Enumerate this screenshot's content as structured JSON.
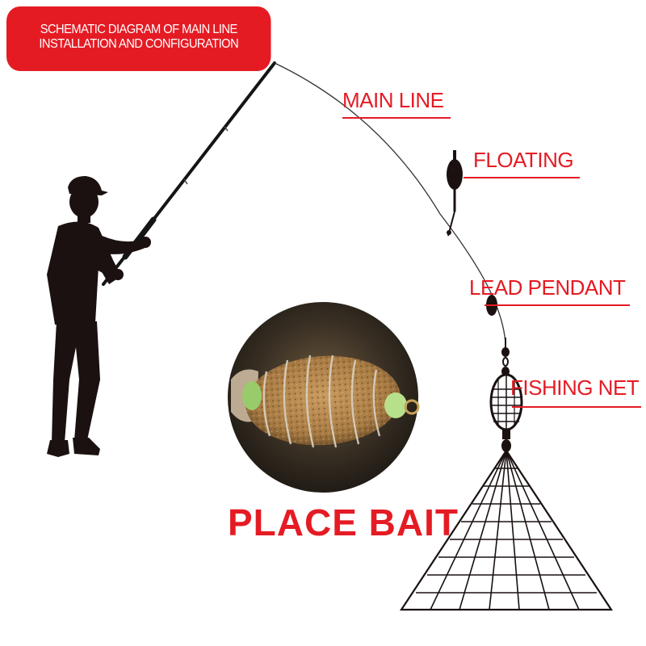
{
  "title": {
    "line1": "SCHEMATIC DIAGRAM OF MAIN LINE",
    "line2": "INSTALLATION AND CONFIGURATION",
    "background": "#e51b24"
  },
  "labels": {
    "main_line": "MAIN LINE",
    "floating": "FLOATING",
    "lead_pendant": "LEAD PENDANT",
    "fishing_net": "FISHING NET",
    "place_bait": "PLACE BAIT"
  },
  "colors": {
    "accent": "#e51b24",
    "silhouette": "#1a1110",
    "line": "#222222"
  },
  "icons": [
    "angler-silhouette",
    "fishing-rod",
    "float-icon",
    "lead-sinker",
    "swivel",
    "cage-feeder",
    "fishing-net",
    "bait-photo"
  ]
}
